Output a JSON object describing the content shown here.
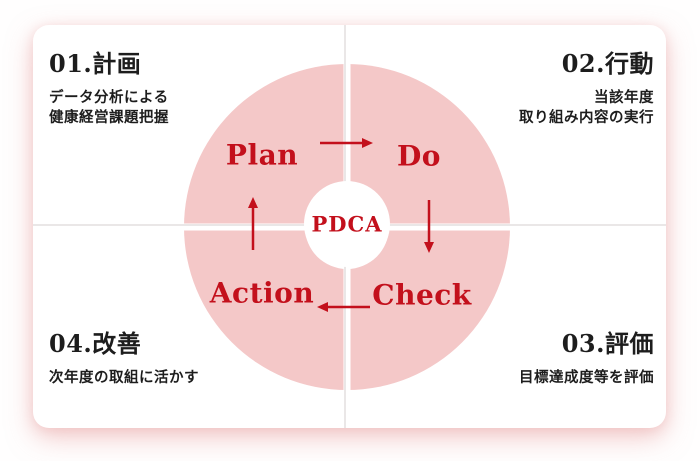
{
  "diagram": {
    "center_label": "PDCA",
    "steps": [
      {
        "label": "Plan"
      },
      {
        "label": "Do"
      },
      {
        "label": "Check"
      },
      {
        "label": "Action"
      }
    ],
    "colors": {
      "donut_pink": "#f4c8c8",
      "accent_red": "#c3101c",
      "divider_gray": "#eae7e7",
      "heading_text": "#1d1d1d",
      "card_bg": "#ffffff"
    }
  },
  "corners": {
    "top_left": {
      "heading": "01.計画",
      "lines": [
        "データ分析による",
        "健康経営課題把握"
      ]
    },
    "top_right": {
      "heading": "02.行動",
      "lines": [
        "当該年度",
        "取り組み内容の実行"
      ]
    },
    "bottom_right": {
      "heading": "03.評価",
      "lines": [
        "目標達成度等を評価"
      ]
    },
    "bottom_left": {
      "heading": "04.改善",
      "lines": [
        "次年度の取組に活かす"
      ]
    }
  }
}
